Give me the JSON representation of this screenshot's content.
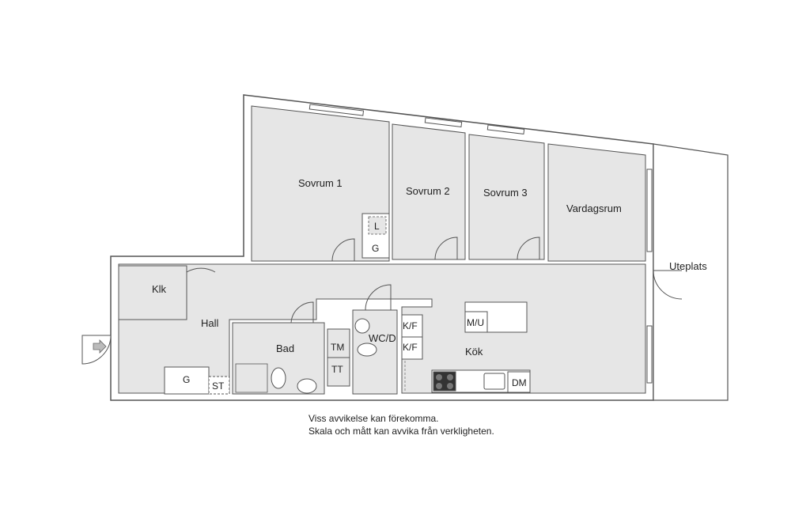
{
  "rooms": {
    "sovrum1": "Sovrum 1",
    "sovrum2": "Sovrum 2",
    "sovrum3": "Sovrum 3",
    "vardagsrum": "Vardagsrum",
    "uteplats": "Uteplats",
    "klk": "Klk",
    "hall": "Hall",
    "bad": "Bad",
    "wcd": "WC/D",
    "kok": "Kök"
  },
  "fixtures": {
    "l": "L",
    "g_bedroom": "G",
    "mu": "M/U",
    "kf_top": "K/F",
    "kf_bottom": "K/F",
    "tm": "TM",
    "tt": "TT",
    "dm": "DM",
    "g_hall": "G",
    "st": "ST"
  },
  "notes": {
    "line1": "Viss avvikelse kan förekomma.",
    "line2": "Skala och mått kan avvika från verkligheten."
  },
  "colors": {
    "floor": "#e6e6e6",
    "wall": "#555555",
    "terrace": "#ffffff"
  }
}
